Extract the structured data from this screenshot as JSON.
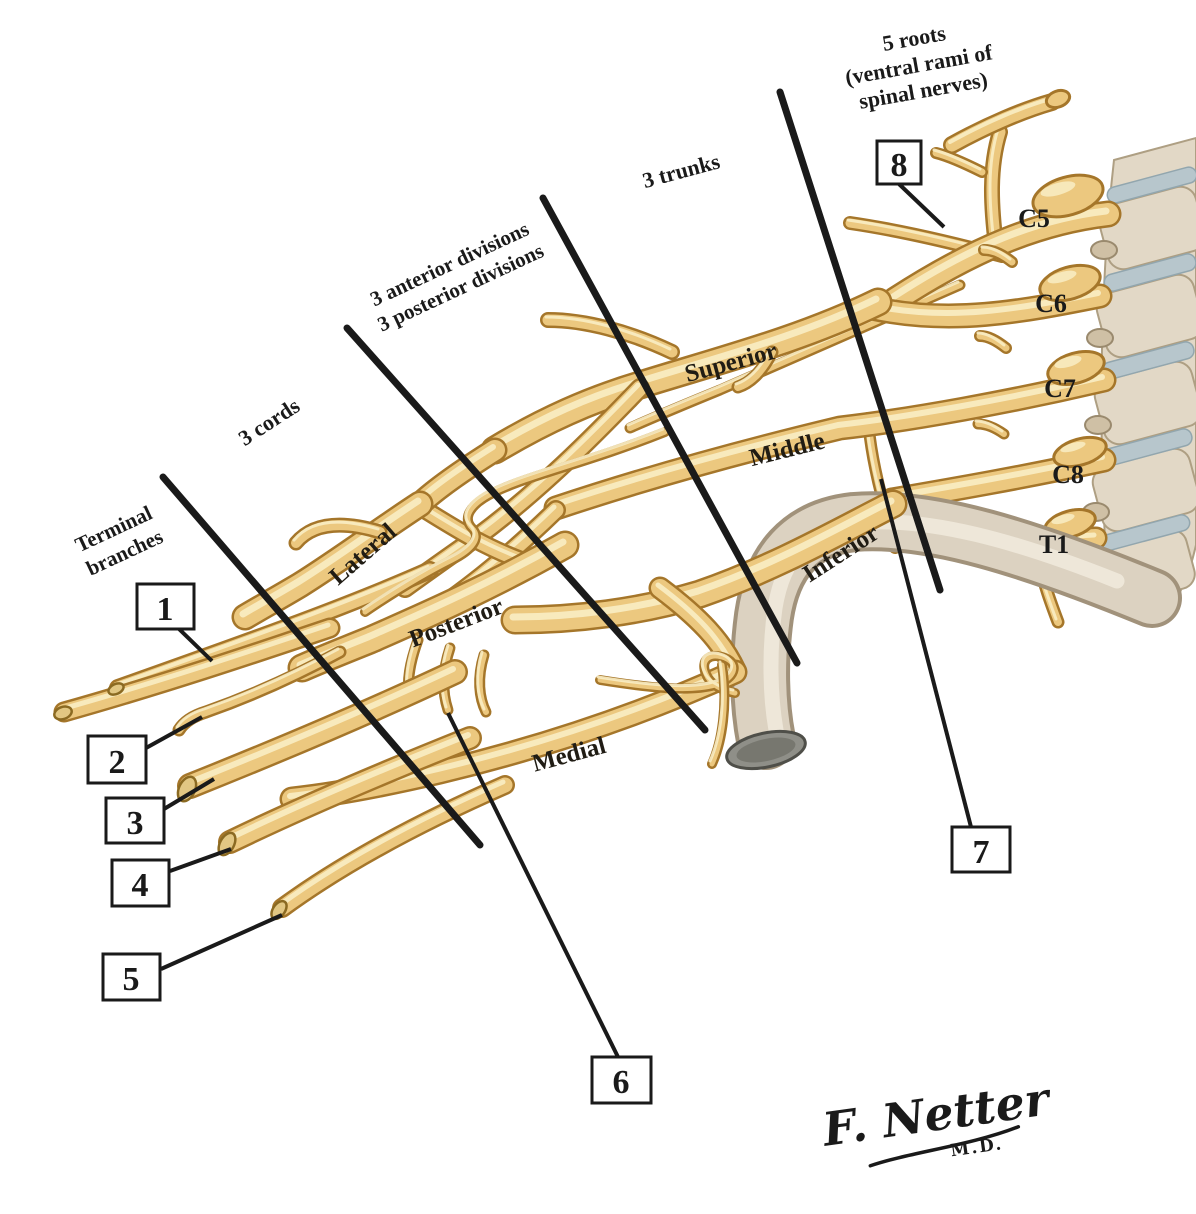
{
  "figure": {
    "stage_labels": {
      "roots": [
        "5 roots",
        "(ventral rami of",
        "spinal nerves)"
      ],
      "trunks": "3 trunks",
      "divisions": [
        "3 anterior divisions",
        "3 posterior divisions"
      ],
      "cords": "3 cords",
      "terminal": [
        "Terminal",
        "branches"
      ]
    },
    "trunk_names": {
      "superior": "Superior",
      "middle": "Middle",
      "inferior": "Inferior"
    },
    "cord_names": {
      "lateral": "Lateral",
      "posterior": "Posterior",
      "medial": "Medial"
    },
    "root_names": {
      "c5": "C5",
      "c6": "C6",
      "c7": "C7",
      "c8": "C8",
      "t1": "T1"
    },
    "markers": {
      "m1": "1",
      "m2": "2",
      "m3": "3",
      "m4": "4",
      "m5": "5",
      "m6": "6",
      "m7": "7",
      "m8": "8"
    },
    "signature": {
      "artist": "F. Netter",
      "credential": "M.D."
    }
  },
  "colors": {
    "paper": "#ffffff",
    "ink": "#1A1A1A",
    "nerve": "#ECC87F",
    "nerve_outline": "#A5762A",
    "nerve_hl": "#F9EDC4",
    "bone": "#DCD2C1",
    "bone_outline": "#A1927B",
    "bone_cut": "#8F8F88",
    "vertebra": "#E2D8C6",
    "vertebra_outline": "#AE9F83",
    "disc": "#B7C6CC"
  }
}
